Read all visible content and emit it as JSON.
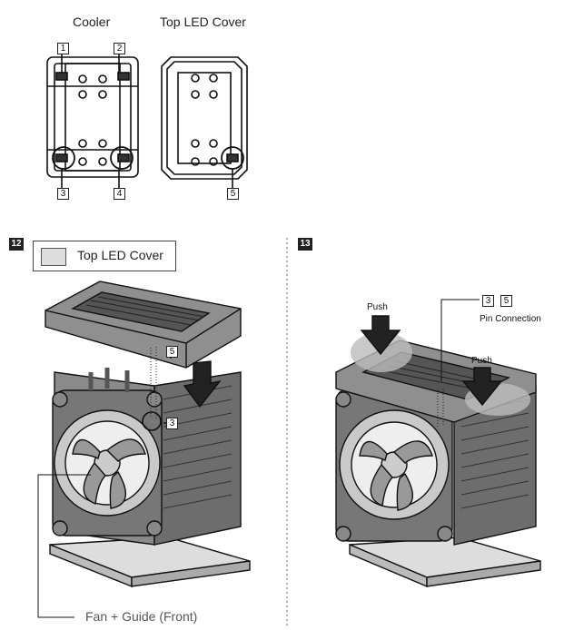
{
  "top": {
    "cooler_title": "Cooler",
    "led_cover_title": "Top LED Cover",
    "markers": {
      "m1": "1",
      "m2": "2",
      "m3": "3",
      "m4": "4",
      "m5": "5"
    }
  },
  "step12": {
    "number": "12",
    "part_label": "Top LED Cover",
    "marker_a": "5",
    "marker_b": "3",
    "caption": "Fan + Guide (Front)"
  },
  "step13": {
    "number": "13",
    "push_left": "Push",
    "push_right": "Push",
    "marker_a": "3",
    "marker_b": "5",
    "pin_label": "Pin Connection"
  }
}
